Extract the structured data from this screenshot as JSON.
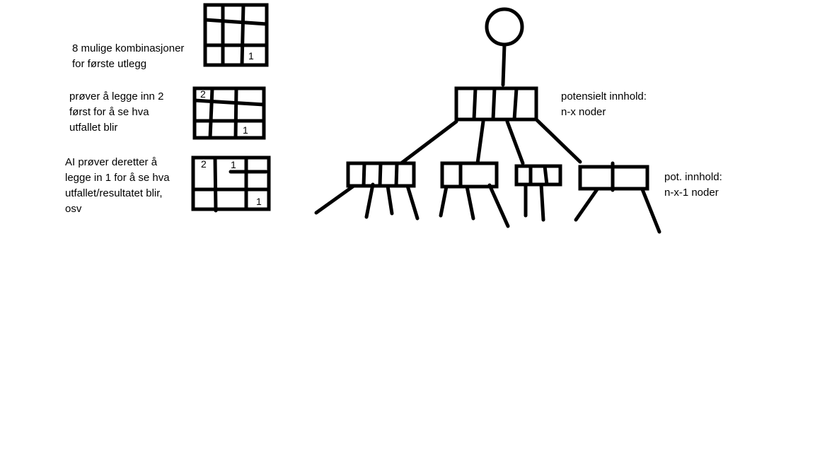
{
  "text_color": "#000000",
  "background": "#ffffff",
  "left_panel": {
    "step1": {
      "lines": [
        "8 mulige kombinasjoner",
        "for første utlegg"
      ],
      "cells": [
        "1"
      ]
    },
    "step2": {
      "lines": [
        "prøver å legge inn 2",
        "først for å se hva",
        "utfallet blir"
      ],
      "cells": [
        "2",
        "1"
      ]
    },
    "step3": {
      "lines": [
        "AI prøver deretter å",
        "legge in 1 for å se hva",
        "utfallet/resultatet blir,",
        "osv"
      ],
      "cells": [
        "2",
        "1",
        "1"
      ]
    }
  },
  "tree": {
    "level1_label": [
      "potensielt innhold:",
      "n-x noder"
    ],
    "level2_label": [
      "pot. innhold:",
      "n-x-1 noder"
    ]
  }
}
